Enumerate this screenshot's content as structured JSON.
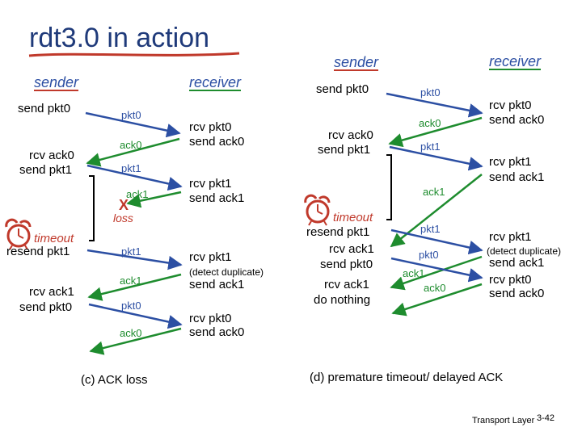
{
  "title": "rdt3.0 in action",
  "colors": {
    "packet": "#2c4fa3",
    "ack": "#1e8c2e",
    "alert": "#c0392b",
    "heading": "#1f3a7a"
  },
  "panel_c": {
    "sender_heading": "sender",
    "receiver_heading": "receiver",
    "sender_events": [
      "send pkt0",
      "rcv ack0",
      "send pkt1",
      "resend pkt1",
      "rcv ack1",
      "send pkt0"
    ],
    "receiver_events": [
      "rcv pkt0",
      "send ack0",
      "rcv pkt1",
      "send ack1",
      "rcv pkt1",
      "(detect duplicate)",
      "send ack1",
      "rcv pkt0",
      "send ack0"
    ],
    "messages": [
      "pkt0",
      "ack0",
      "pkt1",
      "ack1",
      "pkt1",
      "ack1",
      "pkt0",
      "ack0"
    ],
    "loss_mark": "X",
    "loss_label": "loss",
    "timeout_label": "timeout",
    "caption": "(c) ACK loss"
  },
  "panel_d": {
    "sender_heading": "sender",
    "receiver_heading": "receiver",
    "sender_events": [
      "send pkt0",
      "rcv ack0",
      "send pkt1",
      "resend pkt1",
      "rcv ack1",
      "send pkt0",
      "rcv ack1",
      "do nothing"
    ],
    "receiver_events": [
      "rcv pkt0",
      "send ack0",
      "rcv pkt1",
      "send ack1",
      "rcv pkt1",
      "(detect duplicate)",
      "send ack1",
      "rcv pkt0",
      "send ack0"
    ],
    "messages": [
      "pkt0",
      "ack0",
      "pkt1",
      "ack1",
      "pkt1",
      "pkt0",
      "ack1",
      "ack0"
    ],
    "timeout_label": "timeout",
    "caption": "(d) premature timeout/ delayed ACK"
  },
  "footer": {
    "text": "Transport Layer",
    "page": "3-42"
  }
}
